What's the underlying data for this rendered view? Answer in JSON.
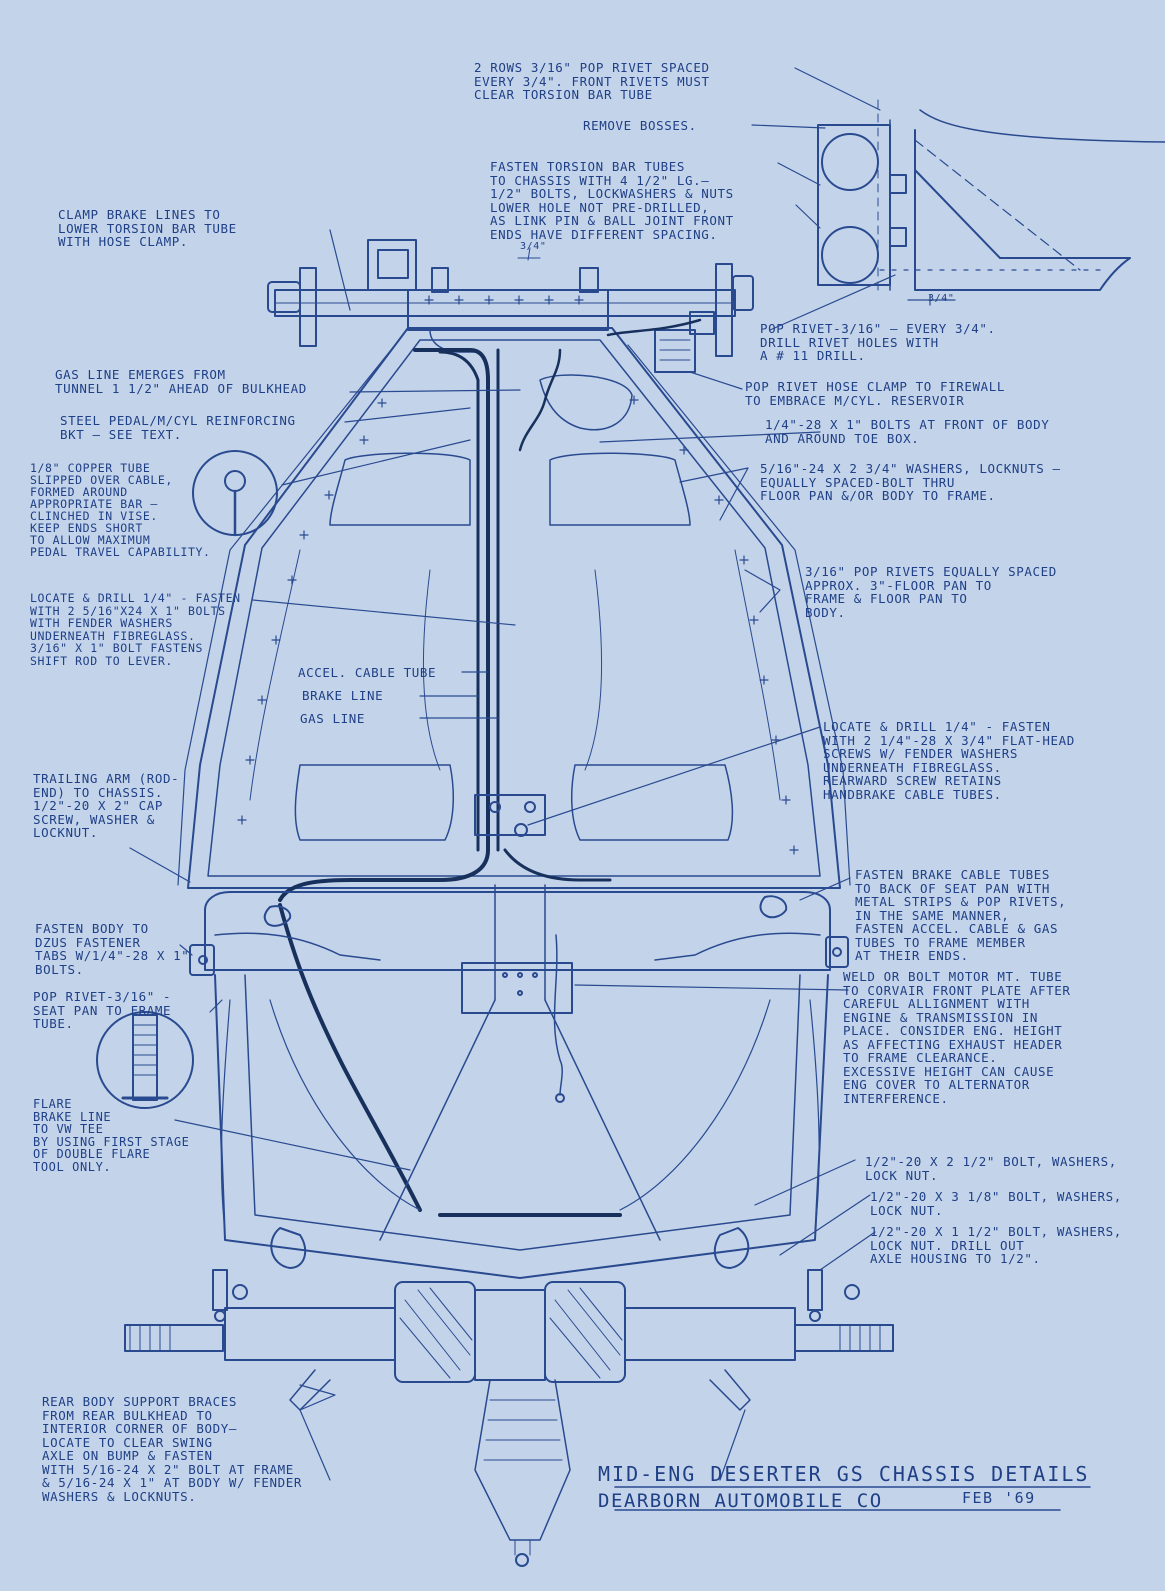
{
  "notes": {
    "rivet_rows": "2 ROWS 3/16\" POP RIVET SPACED\nEVERY 3/4\". FRONT RIVETS MUST\nCLEAR TORSION BAR TUBE",
    "remove_bosses": "REMOVE BOSSES.",
    "fasten_torsion": "FASTEN TORSION BAR TUBES\nTO CHASSIS WITH 4 1/2\" LG.—\n1/2\" BOLTS, LOCKWASHERS & NUTS\nLOWER HOLE NOT PRE-DRILLED,\nAS LINK PIN & BALL JOINT FRONT\nENDS HAVE DIFFERENT SPACING.",
    "clamp_brake_lines": "CLAMP BRAKE LINES TO\nLOWER TORSION BAR TUBE\nWITH HOSE CLAMP.",
    "dim_three_quarter": "3/4\"",
    "pop_rivet_every": "POP RIVET-3/16\" — EVERY 3/4\".\nDRILL RIVET HOLES WITH\nA # 11 DRILL.",
    "gas_line_emerges": "GAS LINE EMERGES FROM\nTUNNEL 1 1/2\" AHEAD OF BULKHEAD",
    "pop_rivet_hose_clamp": "POP RIVET HOSE CLAMP TO FIREWALL\nTO EMBRACE M/CYL. RESERVOIR",
    "steel_pedal": "STEEL PEDAL/M/CYL REINFORCING\nBKT — SEE TEXT.",
    "bolts_front_body": "1/4\"-28 X 1\" BOLTS AT FRONT OF BODY\nAND AROUND TOE BOX.",
    "copper_tube": "1/8\" COPPER TUBE\nSLIPPED OVER CABLE,\nFORMED AROUND\nAPPROPRIATE BAR —\nCLINCHED IN VISE.\nKEEP ENDS SHORT\nTO ALLOW MAXIMUM\nPEDAL TRAVEL CAPABILITY.",
    "washers_locknuts": "5/16\"-24 X 2 3/4\" WASHERS, LOCKNUTS —\nEQUALLY SPACED-BOLT THRU\nFLOOR PAN &/OR BODY TO FRAME.",
    "pop_rivets_equally": "3/16\" POP RIVETS EQUALLY SPACED\nAPPROX. 3\"-FLOOR PAN TO\nFRAME & FLOOR PAN TO\nBODY.",
    "locate_drill_left": "LOCATE & DRILL 1/4\" - FASTEN\nWITH 2 5/16\"X24 X 1\" BOLTS\nWITH FENDER WASHERS\nUNDERNEATH FIBREGLASS.\n3/16\" X 1\" BOLT FASTENS\nSHIFT ROD TO LEVER.",
    "accel_cable_tube": "ACCEL. CABLE TUBE",
    "brake_line": "BRAKE LINE",
    "gas_line": "GAS LINE",
    "locate_drill_right": "LOCATE & DRILL 1/4\" - FASTEN\nWITH 2 1/4\"-28 X 3/4\" FLAT-HEAD\nSCREWS W/ FENDER WASHERS\nUNDERNEATH FIBREGLASS.\nREARWARD SCREW RETAINS\nHANDBRAKE CABLE TUBES.",
    "trailing_arm": "TRAILING ARM (ROD-\nEND) TO CHASSIS.\n1/2\"-20 X 2\" CAP\nSCREW, WASHER &\nLOCKNUT.",
    "fasten_brake_cable": "FASTEN BRAKE CABLE TUBES\nTO BACK OF SEAT PAN WITH\nMETAL STRIPS & POP RIVETS,\nIN THE SAME MANNER,\nFASTEN ACCEL. CABLE & GAS\nTUBES TO FRAME MEMBER\nAT THEIR ENDS.",
    "dzus": "FASTEN BODY TO\nDZUS FASTENER\nTABS W/1/4\"-28 X 1\"\nBOLTS.",
    "pop_rivet_seat": "POP RIVET-3/16\" -\nSEAT PAN TO FRAME\nTUBE.",
    "weld_motor": "WELD OR BOLT MOTOR MT. TUBE\nTO CORVAIR FRONT PLATE AFTER\nCAREFUL ALLIGNMENT WITH\nENGINE & TRANSMISSION IN\nPLACE. CONSIDER ENG. HEIGHT\nAS AFFECTING EXHAUST HEADER\nTO FRAME CLEARANCE.\nEXCESSIVE HEIGHT CAN CAUSE\nENG COVER TO ALTERNATOR\nINTERFERENCE.",
    "flare": "FLARE\nBRAKE LINE\nTO VW TEE\nBY USING FIRST STAGE\nOF DOUBLE FLARE\nTOOL ONLY.",
    "bolt_2_half": "1/2\"-20 X 2 1/2\" BOLT, WASHERS,\nLOCK NUT.",
    "bolt_3_eighth": "1/2\"-20 X 3 1/8\" BOLT, WASHERS,\nLOCK NUT.",
    "bolt_1_half": "1/2\"-20 X 1 1/2\" BOLT, WASHERS,\nLOCK NUT. DRILL OUT\nAXLE HOUSING TO 1/2\".",
    "rear_body_support": "REAR BODY SUPPORT BRACES\nFROM REAR BULKHEAD TO\nINTERIOR CORNER OF BODY—\nLOCATE TO CLEAR SWING\nAXLE ON BUMP & FASTEN\nWITH 5/16-24 X 2\" BOLT AT FRAME\n& 5/16-24 X 1\" AT BODY W/ FENDER\nWASHERS & LOCKNUTS."
  },
  "title_block": {
    "title": "MID-ENG DESERTER GS CHASSIS DETAILS",
    "company": "DEARBORN AUTOMOBILE CO",
    "date": "FEB '69"
  },
  "colors": {
    "background": "#c3d4ea",
    "ink": "#1f3f86",
    "dark_line": "#18305c"
  }
}
